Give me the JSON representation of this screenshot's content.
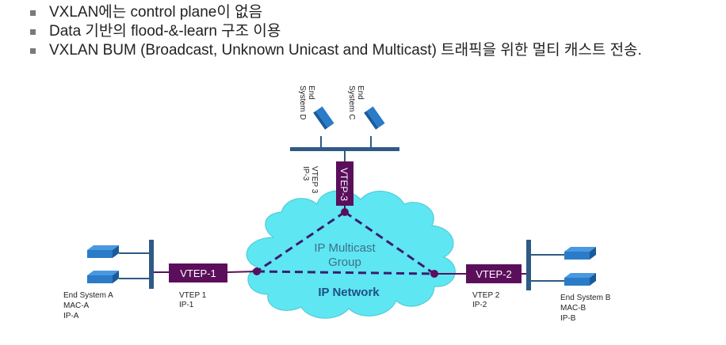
{
  "bullets": [
    "VXLAN에는 control plane이 없음",
    "Data 기반의 flood-&-learn 구조 이용",
    "VXLAN BUM (Broadcast, Unknown Unicast and Multicast) 트래픽을 위한 멀티 캐스트 전송."
  ],
  "diagram": {
    "cloud_label": "IP Multicast Group",
    "cloud_label_line1": "IP Multicast",
    "cloud_label_line2": "Group",
    "network_label": "IP Network",
    "vtep1": {
      "box": "VTEP-1",
      "name": "VTEP 1",
      "ip": "IP-1"
    },
    "vtep2": {
      "box": "VTEP-2",
      "name": "VTEP 2",
      "ip": "IP-2"
    },
    "vtep3": {
      "box": "VTEP-3",
      "name": "VTEP 3",
      "ip": "IP-3"
    },
    "end_system_a": {
      "name": "End System A",
      "mac": "MAC-A",
      "ip": "IP-A"
    },
    "end_system_b": {
      "name": "End System B",
      "mac": "MAC-B",
      "ip": "IP-B"
    },
    "end_system_c": {
      "line1": "End",
      "line2": "System C"
    },
    "end_system_d": {
      "line1": "End",
      "line2": "System D"
    },
    "colors": {
      "vtep": "#5b0f5b",
      "cloud": "#5ee6f2",
      "dashed": "#3a1d6e",
      "bar": "#2f5a86",
      "host": "#2a7bc8"
    }
  }
}
